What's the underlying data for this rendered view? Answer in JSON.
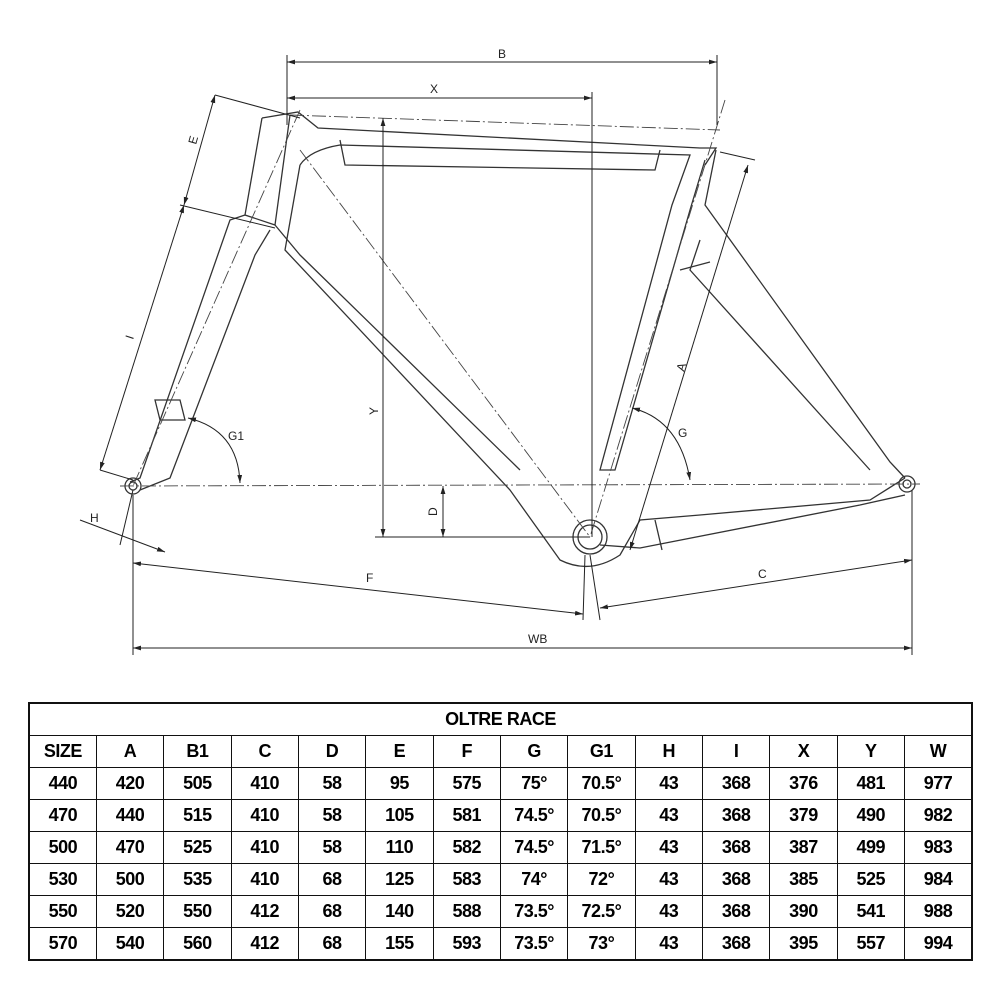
{
  "diagram": {
    "labels": {
      "B": "B",
      "X": "X",
      "E": "E",
      "I": "I",
      "Y": "Y",
      "A": "A",
      "G": "G",
      "G1": "G1",
      "H": "H",
      "D": "D",
      "F": "F",
      "C": "C",
      "WB": "WB"
    }
  },
  "table": {
    "title": "OLTRE RACE",
    "headers": [
      "SIZE",
      "A",
      "B1",
      "C",
      "D",
      "E",
      "F",
      "G",
      "G1",
      "H",
      "I",
      "X",
      "Y",
      "W"
    ],
    "rows": [
      [
        "440",
        "420",
        "505",
        "410",
        "58",
        "95",
        "575",
        "75°",
        "70.5°",
        "43",
        "368",
        "376",
        "481",
        "977"
      ],
      [
        "470",
        "440",
        "515",
        "410",
        "58",
        "105",
        "581",
        "74.5°",
        "70.5°",
        "43",
        "368",
        "379",
        "490",
        "982"
      ],
      [
        "500",
        "470",
        "525",
        "410",
        "58",
        "110",
        "582",
        "74.5°",
        "71.5°",
        "43",
        "368",
        "387",
        "499",
        "983"
      ],
      [
        "530",
        "500",
        "535",
        "410",
        "68",
        "125",
        "583",
        "74°",
        "72°",
        "43",
        "368",
        "385",
        "525",
        "984"
      ],
      [
        "550",
        "520",
        "550",
        "412",
        "68",
        "140",
        "588",
        "73.5°",
        "72.5°",
        "43",
        "368",
        "390",
        "541",
        "988"
      ],
      [
        "570",
        "540",
        "560",
        "412",
        "68",
        "155",
        "593",
        "73.5°",
        "73°",
        "43",
        "368",
        "395",
        "557",
        "994"
      ]
    ]
  }
}
